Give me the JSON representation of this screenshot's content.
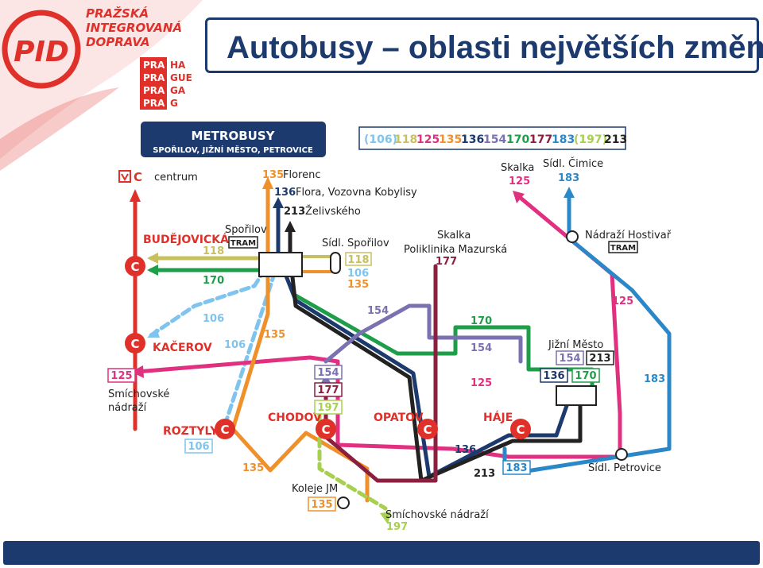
{
  "header": {
    "title": "Autobusy – oblasti největších změn",
    "logo": {
      "mark": "PID",
      "name_lines": [
        "PRAŽSKÁ",
        "INTEGROVANÁ",
        "DOPRAVA"
      ],
      "praha_grid": [
        [
          "PRA",
          "HA"
        ],
        [
          "PRA",
          "GUE"
        ],
        [
          "PRA",
          "GA"
        ],
        [
          "PRA",
          "G"
        ]
      ]
    }
  },
  "metrobusy": {
    "title": "METROBUSY",
    "subtitle": "SPOŘILOV, JIŽNÍ MĚSTO, PETROVICE"
  },
  "legend_lines": [
    "(106)",
    "118",
    "125",
    "135",
    "136",
    "154",
    "170",
    "177",
    "183",
    "(197)",
    "213"
  ],
  "colors": {
    "l106": "#7fc4ee",
    "l118": "#c8c060",
    "l125": "#e0307f",
    "l135": "#f0902a",
    "l136": "#1c3a6e",
    "l154": "#7a72b0",
    "l170": "#1f9e4a",
    "l177": "#8b1f3f",
    "l183": "#2b88c8",
    "l197": "#a8d050",
    "l213": "#222222",
    "metro_red": "#e0302a",
    "brand_blue": "#1c3a6e"
  },
  "labels": {
    "centrum": "centrum",
    "florenc": "Florenc",
    "flora": "Flora, Vozovna Kobylisy",
    "zelivskeho": "Želivského",
    "sporilov": "Spořilov",
    "tram": "TRAM",
    "sidl_sporilov": "Sídl. Spořilov",
    "skalka_poliklinika": "Skalka",
    "poliklinika": "Poliklinika Mazurská",
    "skalka": "Skalka",
    "sidl_cimice": "Sídl. Čimice",
    "nadrazi_hostivar": "Nádraží Hostivař",
    "budejovicka": "BUDĚJOVICKÁ",
    "kacerov": "KAČEROV",
    "smichovske_nadrazi": "Smíchovské",
    "smichovske_nadrazi_2": "nádraží",
    "roztyly": "ROZTYLY",
    "chodov": "CHODOV",
    "opatov": "OPATOV",
    "haje": "HÁJE",
    "jizni_mesto": "Jižní Město",
    "koleje_jm": "Koleje JM",
    "smichovske_nadrazi_s": "Smíchovské nádraží",
    "sidl_petrovice": "Sídl. Petrovice",
    "metro_c": "C"
  },
  "line_numbers": {
    "n106": "106",
    "n118": "118",
    "n125": "125",
    "n135": "135",
    "n136": "136",
    "n154": "154",
    "n170": "170",
    "n177": "177",
    "n183": "183",
    "n197": "197",
    "n213": "213"
  }
}
